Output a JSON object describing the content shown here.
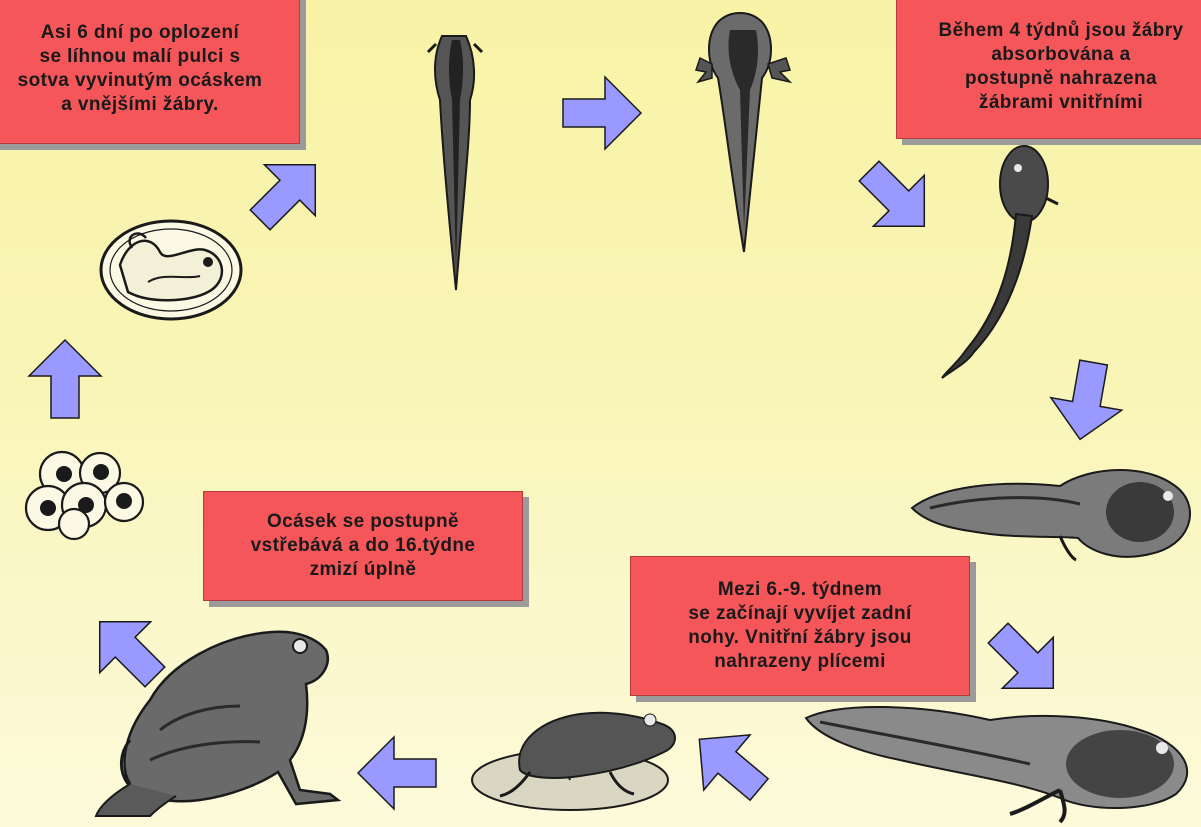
{
  "notes": {
    "hatch": "Asi 6 dní po oplození\nse líhnou malí pulci s\nsotva vyvinutým ocáskem\na vnějšími žábry.",
    "gills": "Během 4 týdnů jsou žábry\nabsorbována a\npostupně nahrazena\nžábrami vnitřními",
    "tail": "Ocásek se postupně\nvstřebává a do 16.týdne\nzmizí úplně",
    "legs": "Mezi 6.-9. týdnem\nse začínají vyvíjet zadní\nnohy. Vnitřní žábry jsou\nnahrazeny plícemi"
  },
  "colors": {
    "background": "#f9f5b6",
    "note_fill": "#f4565a",
    "arrow_fill": "#9999ff",
    "ink": "#1a1a1a"
  },
  "icons": [
    "frog-eggs-icon",
    "embryo-in-egg-icon",
    "hatchling-tadpole-icon",
    "external-gills-tadpole-icon",
    "internal-gills-tadpole-icon",
    "tadpole-icon",
    "hind-legs-tadpole-icon",
    "froglet-on-lily-pad-icon",
    "adult-frog-icon",
    "cycle-arrow-icon"
  ]
}
